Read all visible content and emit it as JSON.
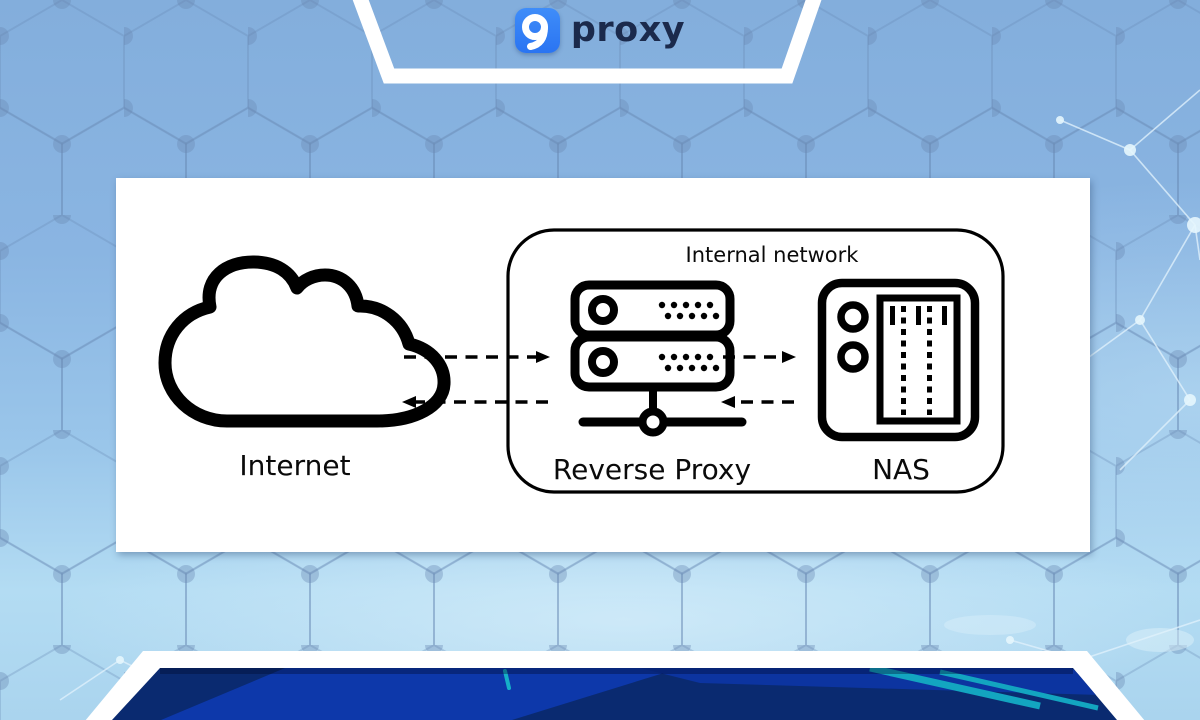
{
  "header": {
    "logo": {
      "glyph": "9",
      "wordmark": "proxy"
    }
  },
  "diagram": {
    "internet_label": "Internet",
    "internal_network_label": "Internal network",
    "reverse_proxy_label": "Reverse Proxy",
    "nas_label": "NAS"
  },
  "colors": {
    "page_background": "#8db9e4",
    "logo_blue": "#2e7cf6",
    "logo_text_navy": "#1b2a4c",
    "panel_white": "#ffffff",
    "diagram_stroke": "#000000",
    "footer_navy": "#0a2a70",
    "footer_bright_blue": "#0d38aa",
    "footer_teal": "#13a5c0"
  }
}
